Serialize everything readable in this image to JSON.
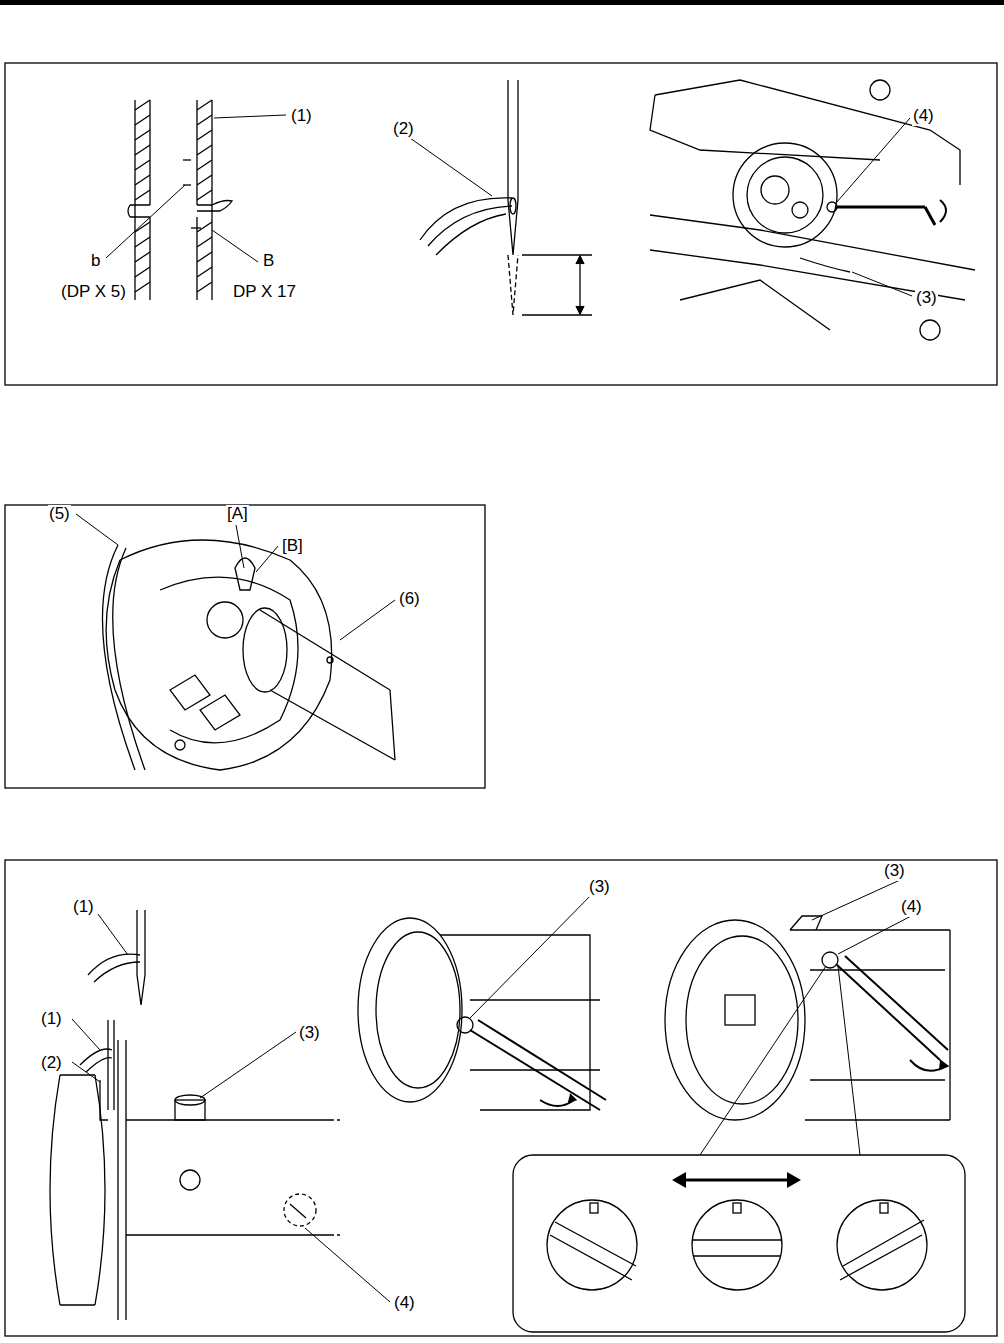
{
  "diagram": {
    "labels": [
      "(1)",
      "b",
      "(DP X 5)",
      "B",
      "DP X 17",
      "(2)",
      "(4)",
      "(3)",
      "(5)",
      "[A]",
      "[B]",
      "(6)",
      "(1)",
      "(3)",
      "(3)",
      "(4)",
      "(1)",
      "(2)",
      "(3)",
      "(4)"
    ]
  }
}
